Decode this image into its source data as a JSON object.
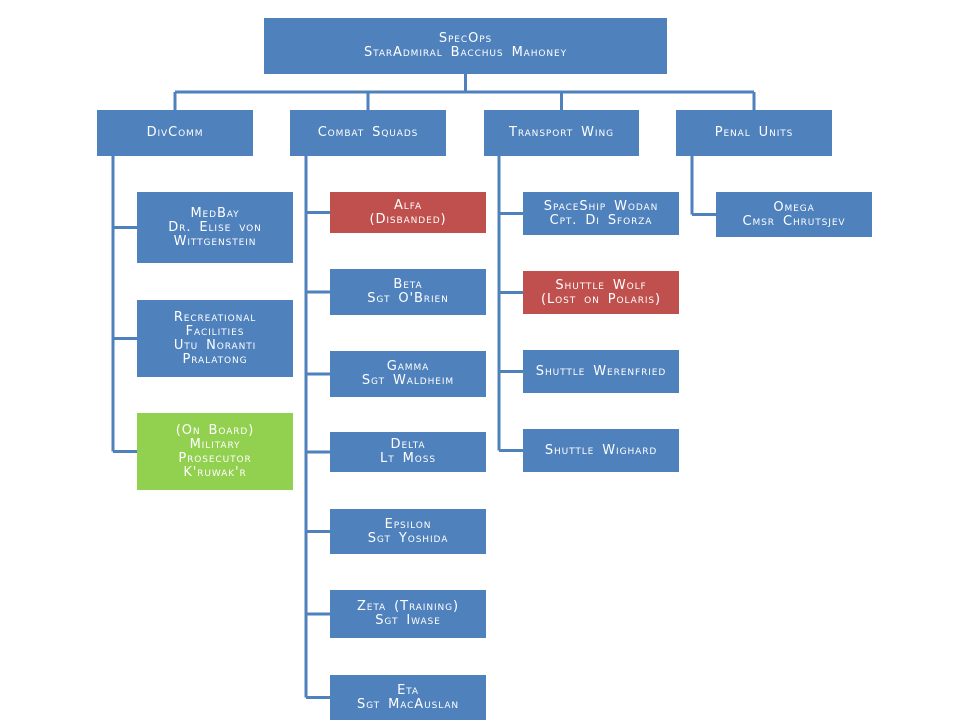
{
  "colors": {
    "node": "#4f81bd",
    "disbanded": "#c0504d",
    "lost": "#c0504d",
    "onboard": "#92d050",
    "connector": "#4f81bd"
  },
  "root": {
    "line1": "SpecOps",
    "line2": "StarAdmiral Bacchus Mahoney"
  },
  "divisions": [
    {
      "name": "DivComm",
      "units": [
        {
          "lines": [
            "MedBay",
            "Dr. Elise von",
            "Wittgenstein"
          ],
          "status": "normal"
        },
        {
          "lines": [
            "Recreational",
            "Facilities",
            "Utu Noranti",
            "Pralatong"
          ],
          "status": "normal"
        },
        {
          "lines": [
            "(On Board)",
            "Military",
            "Prosecutor",
            "K'ruwak'r"
          ],
          "status": "onboard"
        }
      ]
    },
    {
      "name": "Combat Squads",
      "units": [
        {
          "lines": [
            "Alfa",
            "(Disbanded)"
          ],
          "status": "disbanded"
        },
        {
          "lines": [
            "Beta",
            "Sgt O'Brien"
          ],
          "status": "normal"
        },
        {
          "lines": [
            "Gamma",
            "Sgt Waldheim"
          ],
          "status": "normal"
        },
        {
          "lines": [
            "Delta",
            "Lt Moss"
          ],
          "status": "normal"
        },
        {
          "lines": [
            "Epsilon",
            "Sgt Yoshida"
          ],
          "status": "normal"
        },
        {
          "lines": [
            "Zeta (Training)",
            "Sgt Iwase"
          ],
          "status": "normal"
        },
        {
          "lines": [
            "Eta",
            "Sgt MacAuslan"
          ],
          "status": "normal"
        }
      ]
    },
    {
      "name": "Transport Wing",
      "units": [
        {
          "lines": [
            "SpaceShip Wodan",
            "Cpt. Di Sforza"
          ],
          "status": "normal"
        },
        {
          "lines": [
            "Shuttle Wolf",
            "(Lost on Polaris)"
          ],
          "status": "lost"
        },
        {
          "lines": [
            "Shuttle Werenfried"
          ],
          "status": "normal"
        },
        {
          "lines": [
            "Shuttle Wighard"
          ],
          "status": "normal"
        }
      ]
    },
    {
      "name": "Penal Units",
      "units": [
        {
          "lines": [
            "Omega",
            "Cmsr Chrutsjev"
          ],
          "status": "normal"
        }
      ]
    }
  ]
}
